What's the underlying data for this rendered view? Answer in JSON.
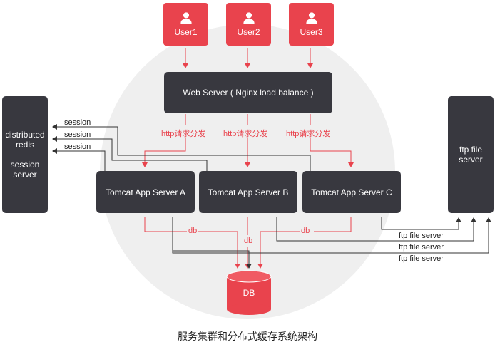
{
  "users": [
    {
      "label": "User1"
    },
    {
      "label": "User2"
    },
    {
      "label": "User3"
    }
  ],
  "web_server": {
    "label": "Web Server ( Nginx load balance )"
  },
  "http_labels": [
    "http请求分发",
    "http请求分发",
    "http请求分发"
  ],
  "tomcat": [
    {
      "label": "Tomcat App Server A"
    },
    {
      "label": "Tomcat App Server B"
    },
    {
      "label": "Tomcat App Server C"
    }
  ],
  "redis": {
    "line1": "distributed",
    "line2": "redis",
    "line3": "session",
    "line4": "server"
  },
  "session_labels": [
    "session",
    "session",
    "session"
  ],
  "ftp": {
    "line1": "ftp file",
    "line2": "server"
  },
  "ftp_labels": [
    "ftp file server",
    "ftp file server",
    "ftp file server"
  ],
  "db_labels": [
    "db",
    "db",
    "db"
  ],
  "db": {
    "label": "DB"
  },
  "caption": "服务集群和分布式缓存系统架构",
  "colors": {
    "accent": "#e9434d",
    "dark": "#38383f",
    "background_circle": "#efefef"
  }
}
